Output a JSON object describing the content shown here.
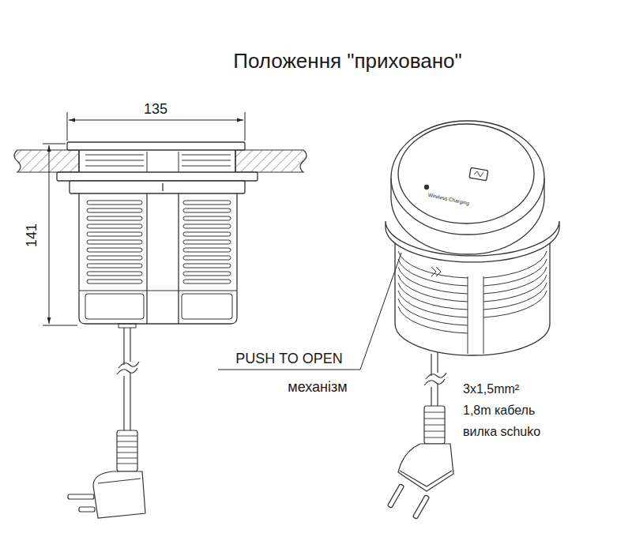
{
  "diagram": {
    "title": "Положення \"приховано\"",
    "labels": [
      "135",
      "141",
      "Wireless Charging",
      "PUSH TO OPEN",
      "механізм",
      "3x1,5mm²",
      "1,8m кабель",
      "вилка schuko"
    ]
  }
}
